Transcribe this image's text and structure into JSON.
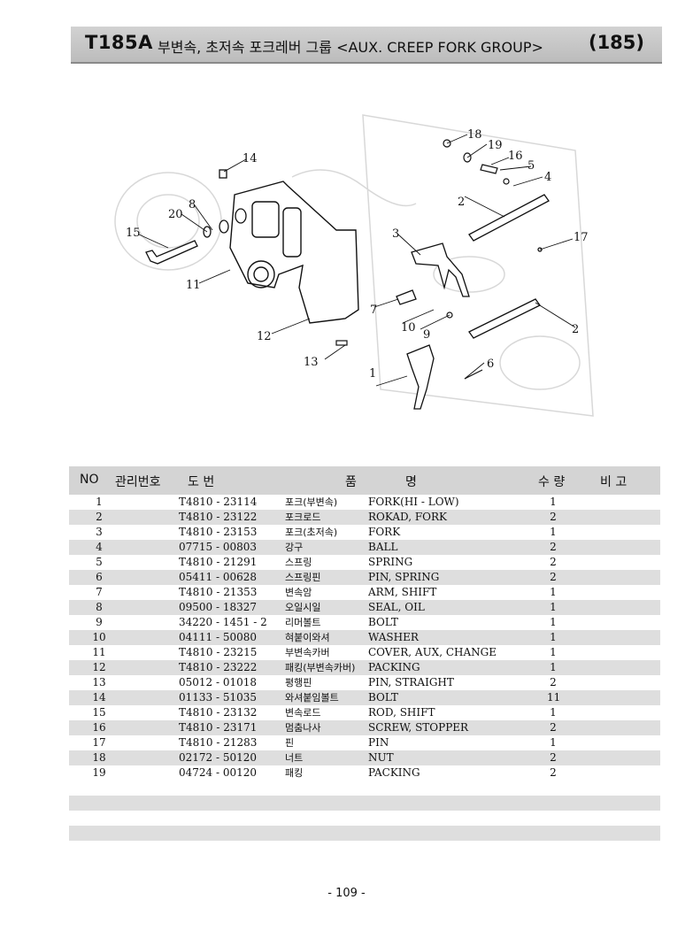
{
  "header": {
    "model": "T185A",
    "title": "부변속, 초저속 포크레버 그룹 <AUX. CREEP FORK GROUP>",
    "page_ref": "(185)"
  },
  "diagram": {
    "callouts": [
      "1",
      "2",
      "2",
      "3",
      "4",
      "5",
      "6",
      "7",
      "8",
      "9",
      "10",
      "11",
      "12",
      "13",
      "14",
      "15",
      "16",
      "17",
      "18",
      "19",
      "20"
    ]
  },
  "table": {
    "headers": {
      "no": "NO",
      "mgmt": "관리번호",
      "drawing": "도 번",
      "name_kor": "품",
      "name": "명",
      "qty": "수 량",
      "remark": "비 고"
    },
    "rows": [
      {
        "no": "1",
        "part": "T4810 - 23114",
        "kor": "포크(부변속)",
        "eng": "FORK(HI - LOW)",
        "qty": "1"
      },
      {
        "no": "2",
        "part": "T4810 - 23122",
        "kor": "포크로드",
        "eng": "ROKAD, FORK",
        "qty": "2"
      },
      {
        "no": "3",
        "part": "T4810 - 23153",
        "kor": "포크(초저속)",
        "eng": "FORK",
        "qty": "1"
      },
      {
        "no": "4",
        "part": "07715 - 00803",
        "kor": "강구",
        "eng": "BALL",
        "qty": "2"
      },
      {
        "no": "5",
        "part": "T4810 - 21291",
        "kor": "스프링",
        "eng": "SPRING",
        "qty": "2"
      },
      {
        "no": "6",
        "part": "05411 - 00628",
        "kor": "스프링핀",
        "eng": "PIN, SPRING",
        "qty": "2"
      },
      {
        "no": "7",
        "part": "T4810 - 21353",
        "kor": "변속암",
        "eng": "ARM, SHIFT",
        "qty": "1"
      },
      {
        "no": "8",
        "part": "09500 - 18327",
        "kor": "오일시일",
        "eng": "SEAL, OIL",
        "qty": "1"
      },
      {
        "no": "9",
        "part": "34220 - 1451 - 2",
        "kor": "리머볼트",
        "eng": "BOLT",
        "qty": "1"
      },
      {
        "no": "10",
        "part": "04111 - 50080",
        "kor": "혀붙이와셔",
        "eng": "WASHER",
        "qty": "1"
      },
      {
        "no": "11",
        "part": "T4810 - 23215",
        "kor": "부변속카버",
        "eng": "COVER, AUX, CHANGE",
        "qty": "1"
      },
      {
        "no": "12",
        "part": "T4810 - 23222",
        "kor": "패킹(부변속카버)",
        "eng": "PACKING",
        "qty": "1"
      },
      {
        "no": "13",
        "part": "05012 - 01018",
        "kor": "평행핀",
        "eng": "PIN, STRAIGHT",
        "qty": "2"
      },
      {
        "no": "14",
        "part": "01133 - 51035",
        "kor": "와셔붙임볼트",
        "eng": "BOLT",
        "qty": "11"
      },
      {
        "no": "15",
        "part": "T4810 - 23132",
        "kor": "변속로드",
        "eng": "ROD, SHIFT",
        "qty": "1"
      },
      {
        "no": "16",
        "part": "T4810 - 23171",
        "kor": "멈춤나사",
        "eng": "SCREW, STOPPER",
        "qty": "2"
      },
      {
        "no": "17",
        "part": "T4810 - 21283",
        "kor": "핀",
        "eng": "PIN",
        "qty": "1"
      },
      {
        "no": "18",
        "part": "02172 - 50120",
        "kor": "너트",
        "eng": "NUT",
        "qty": "2"
      },
      {
        "no": "19",
        "part": "04724 - 00120",
        "kor": "패킹",
        "eng": "PACKING",
        "qty": "2"
      }
    ]
  },
  "footer": {
    "page_number": "- 109 -"
  }
}
